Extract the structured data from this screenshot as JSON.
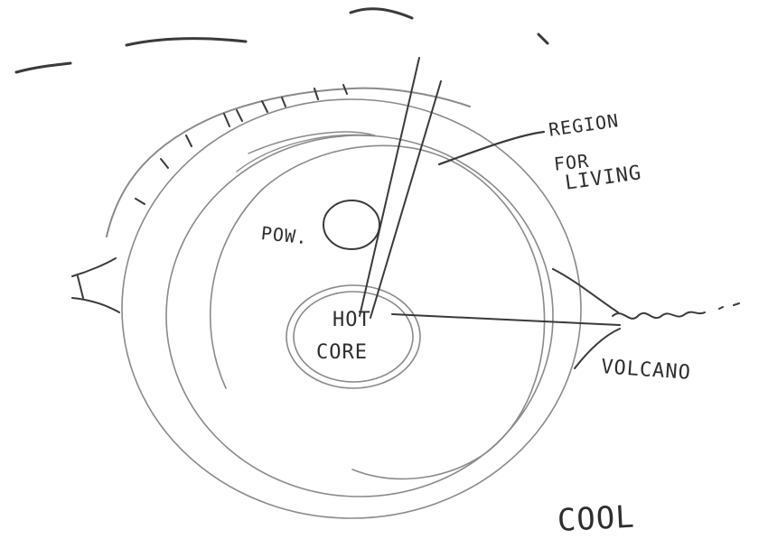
{
  "labels": {
    "region_line1": "REGION",
    "region_line2": "FOR",
    "region_line3": "LIVING",
    "pow": "POW.",
    "hot": "HOT",
    "core": "CORE",
    "volcano": "VOLCANO",
    "cool": "COOL"
  },
  "colors": {
    "ink": "#3a3a3a",
    "paper": "#ffffff"
  }
}
